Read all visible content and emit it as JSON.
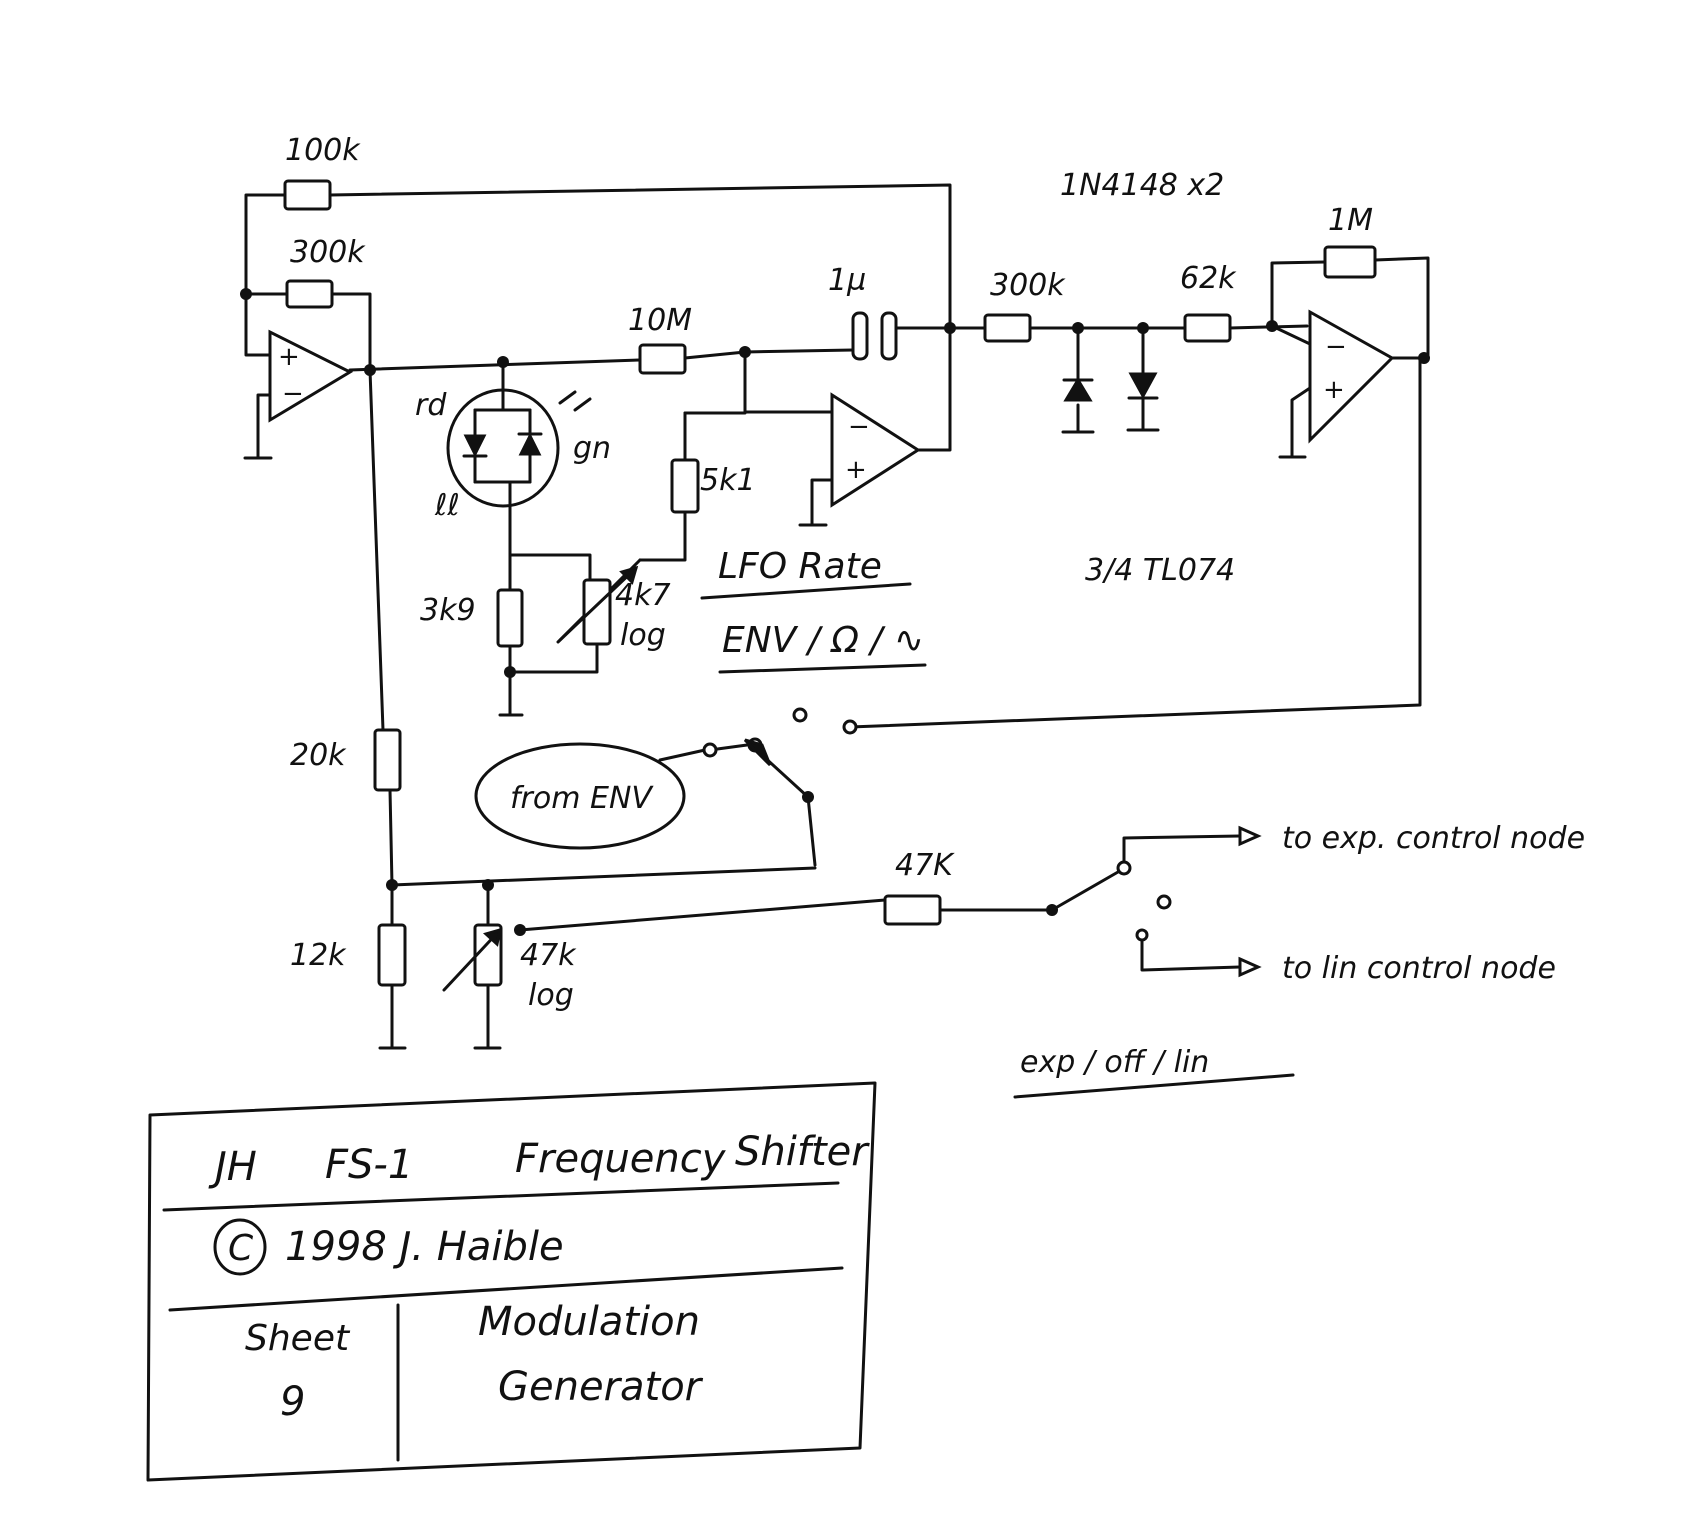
{
  "components": {
    "r_fb_top": "100k",
    "r_fb_mid": "300k",
    "r_10M": "10M",
    "cap_1u": "1µ",
    "r_300k_b": "300k",
    "diodes": "1N4148 x2",
    "r_62k": "62k",
    "r_1M": "1M",
    "led_red": "rd",
    "led_green": "gn",
    "led_mark": "ℓℓ",
    "r_5k1": "5k1",
    "r_3k9": "3k9",
    "pot_4k7": "4k7",
    "pot_4k7_taper": "log",
    "r_20k": "20k",
    "r_12k": "12k",
    "pot_47k": "47k",
    "pot_47k_taper": "log",
    "r_47k": "47K",
    "opamp_note": "3/4  TL074"
  },
  "opamp_signs": {
    "plus": "+",
    "minus": "−"
  },
  "switches": {
    "lfo_rate_label": "LFO Rate",
    "mod_source_label": "ENV / Ω / ∿",
    "from_env": "from ENV",
    "mode_label": "exp / off / lin"
  },
  "outputs": {
    "exp": "to exp. control node",
    "lin": "to lin control node"
  },
  "title_block": {
    "title_a": "JH",
    "title_b": "FS-1",
    "title_c": "Frequency",
    "title_d": "Shifter",
    "copyright_symbol": "C",
    "copyright": "1998  J. Haible",
    "sheet_label": "Sheet",
    "sheet_number": "9",
    "sheet_title_1": "Modulation",
    "sheet_title_2": "Generator"
  }
}
